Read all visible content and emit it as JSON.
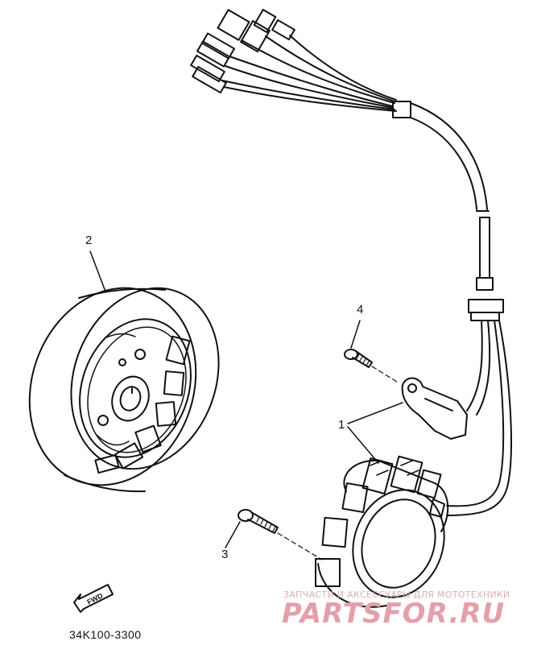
{
  "callouts": {
    "c1": "1",
    "c2": "2",
    "c3": "3",
    "c4": "4"
  },
  "fwd_label": "FWD",
  "part_code": "34K100-3300",
  "watermark": {
    "tagline": "ЗАПЧАСТИ И АКСЕССУАРЫ ДЛЯ МОТОТЕХНИКИ",
    "brand": "PARTSFOR.RU",
    "color": "#e3a0a8"
  }
}
